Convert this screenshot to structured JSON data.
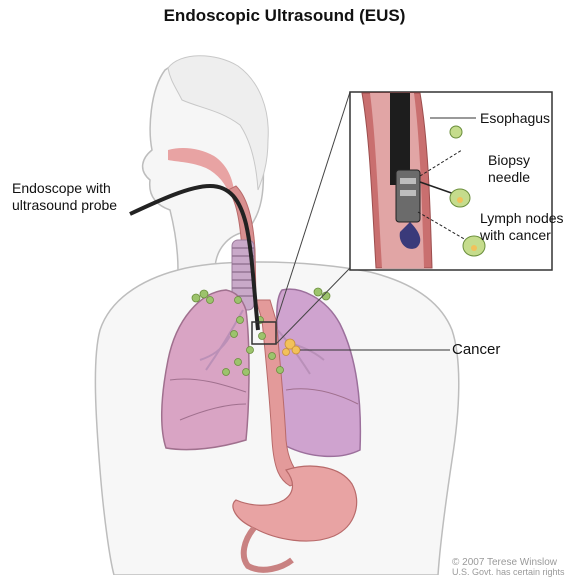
{
  "title": "Endoscopic Ultrasound (EUS)",
  "labels": {
    "endoscope": "Endoscope with\nultrasound probe",
    "esophagus": "Esophagus",
    "biopsy_needle": "Biopsy\nneedle",
    "lymph_nodes": "Lymph nodes\nwith cancer",
    "cancer": "Cancer"
  },
  "copyright": {
    "line1": "© 2007 Terese Winslow",
    "line2": "U.S. Govt. has certain rights"
  },
  "colors": {
    "skin_outline": "#bdbdbd",
    "lung": "#d9a4c4",
    "esophagus": "#d88f8f",
    "lymph_node": "#9cc36c",
    "tumor": "#f2c15a",
    "endoscope": "#222222",
    "inset_border": "#333333"
  }
}
